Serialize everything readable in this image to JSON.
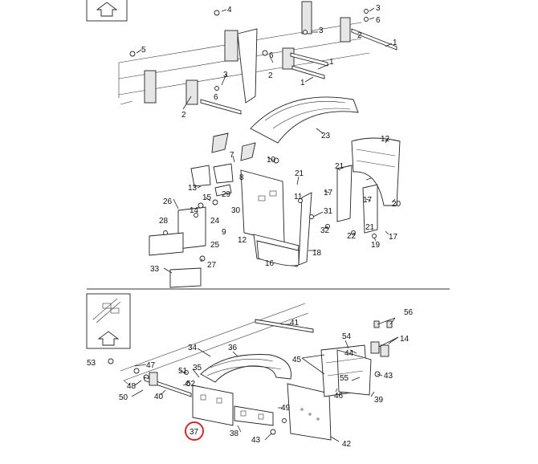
{
  "diagram": {
    "callouts_top": [
      "1",
      "2",
      "3",
      "4",
      "5",
      "6",
      "7",
      "8",
      "9",
      "10",
      "11",
      "12",
      "13",
      "14",
      "15",
      "16",
      "17",
      "18",
      "19",
      "20",
      "21",
      "22",
      "23",
      "24",
      "25",
      "26",
      "27",
      "28",
      "29",
      "30",
      "31",
      "32",
      "33"
    ],
    "callouts_bottom": [
      "34",
      "35",
      "36",
      "37",
      "38",
      "39",
      "40",
      "41",
      "42",
      "43",
      "44",
      "45",
      "46",
      "47",
      "48",
      "49",
      "50",
      "51",
      "52",
      "53",
      "54",
      "55",
      "56",
      "14"
    ],
    "highlighted_callout": "37",
    "highlight_color": "#d62828",
    "direction_icon": "up-arrow-icon"
  }
}
